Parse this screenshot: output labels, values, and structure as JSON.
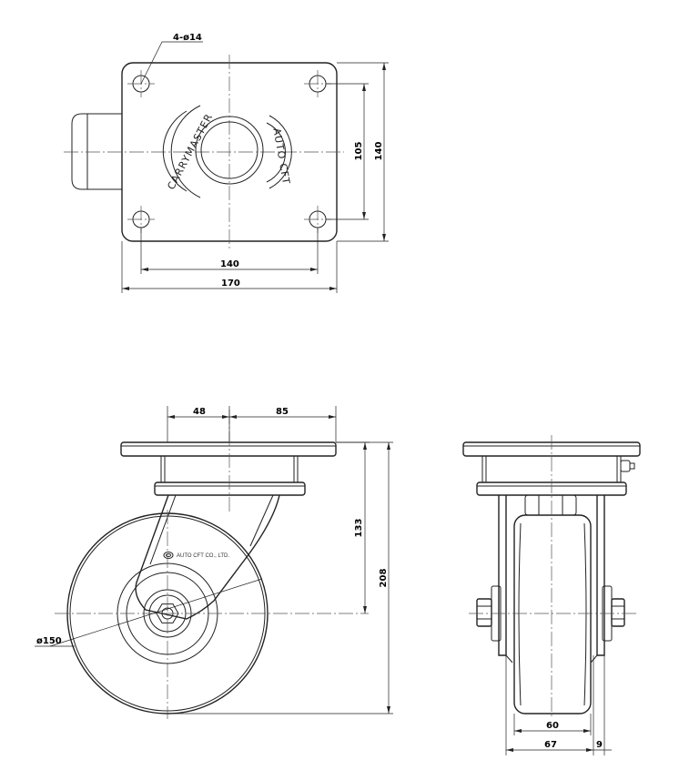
{
  "top_view": {
    "hole_label": "4-ø14",
    "logo_left": "CARRYMASTER",
    "logo_right": "AUTO CFT",
    "dim_hole_span_x": "140",
    "dim_plate_width": "170",
    "dim_hole_span_y": "105",
    "dim_plate_depth": "140"
  },
  "side_view": {
    "dim_offset_left": "48",
    "dim_offset_right": "85",
    "dim_axle_height": "133",
    "dim_total_height": "208",
    "dim_wheel_diameter": "ø150",
    "brand_text": "AUTO CFT CO., LTD."
  },
  "front_view": {
    "dim_wheel_width": "60",
    "dim_leg_width": "67",
    "dim_leg_offset": "9"
  }
}
